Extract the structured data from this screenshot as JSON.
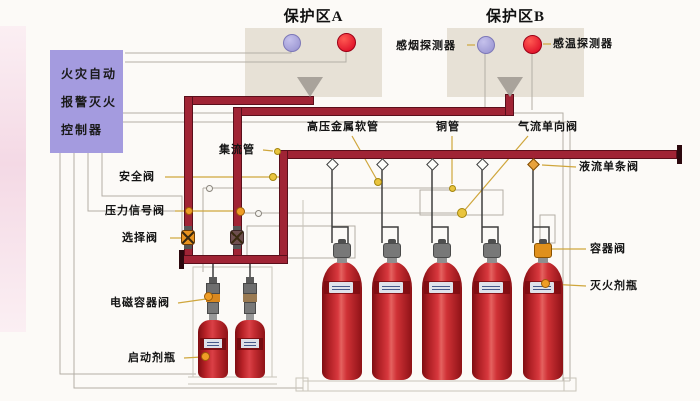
{
  "controller": {
    "text_lines": [
      "火灾自动",
      "报警灭火",
      "控制器"
    ]
  },
  "zone_a": {
    "title": "保护区A"
  },
  "zone_b": {
    "title": "保护区B"
  },
  "labels": {
    "smoke_detector": "感烟探测器",
    "heat_detector": "感温探测器",
    "high_pressure_hose": "高压金属软管",
    "copper_pipe": "铜管",
    "gas_check_valve": "气流单向阀",
    "manifold": "集流管",
    "liquid_check_valve": "液流单条阀",
    "safety_valve": "安全阀",
    "pressure_signal_valve": "压力信号阀",
    "selector_valve": "选择阀",
    "container_valve": "容器阀",
    "agent_cylinder": "灭火剂瓶",
    "solenoid_container_valve": "电磁容器阀",
    "starter_bottle": "启动剂瓶"
  },
  "equipment": {
    "protection_zones": 2,
    "agent_cylinders": 5,
    "starter_bottles": 2,
    "detectors_per_zone": [
      "感烟探测器",
      "感温探测器"
    ]
  },
  "colors": {
    "pipe_red": "#a02435",
    "controller_purple": "#a49bdf",
    "panel_beige": "#e7e1d6",
    "detector_purple": "#a6a2dd",
    "detector_red": "#e30020",
    "cylinder_red": "#c0272d",
    "highlight_orange": "#ef9d26",
    "leader_yellow": "#cfa63c"
  }
}
